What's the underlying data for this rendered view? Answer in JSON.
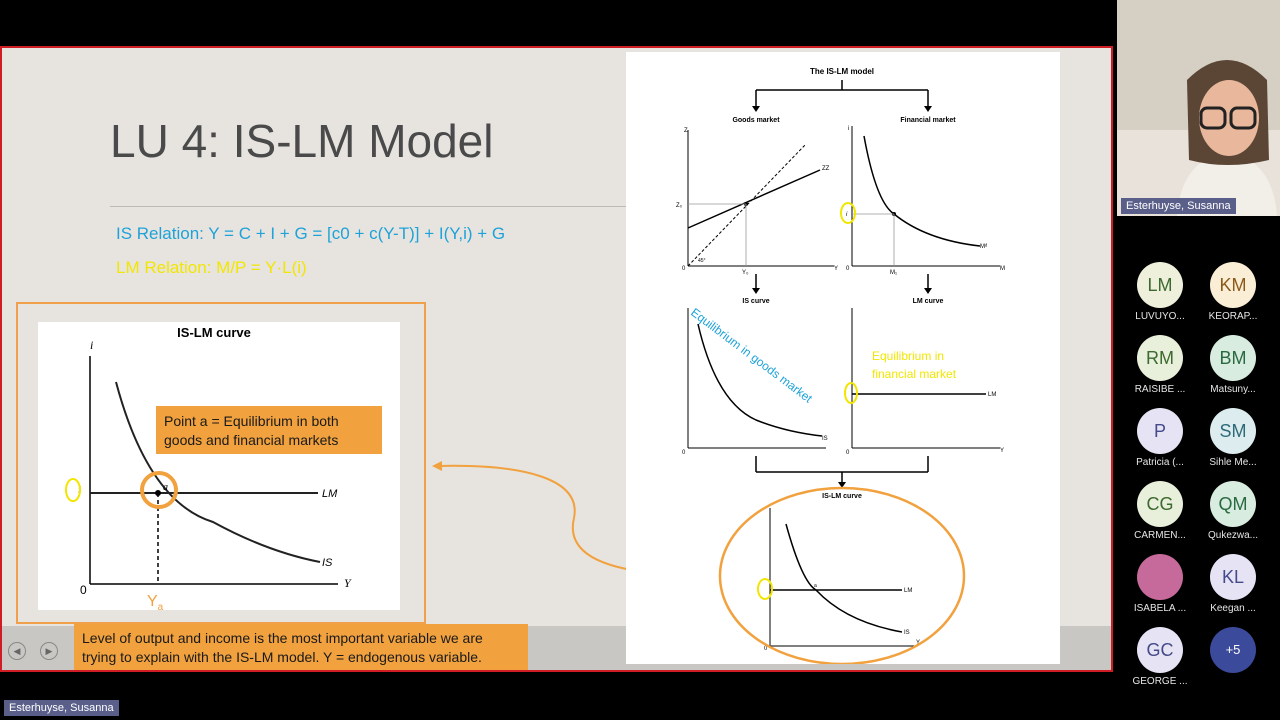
{
  "slide": {
    "title": "LU 4: IS-LM Model",
    "is_relation": "IS Relation: Y = C + I + G = [c0 + c(Y-T)] + I(Y,i) + G",
    "lm_relation": "LM Relation: M/P = Y·L(i)",
    "left_chart": {
      "title": "IS-LM curve",
      "y_axis": "i",
      "x_axis": "Y",
      "origin": "0",
      "lm_label": "LM",
      "is_label": "IS",
      "point": "a",
      "ya_label": "Y",
      "ya_sub": "a",
      "i_label": "i"
    },
    "callout_point_a": "Point a = Equilibrium in both goods and financial markets",
    "callout_output": "Level of output and income is the most important variable we are trying to explain with the IS-LM model. Y = endogenous variable.",
    "flow": {
      "title": "The IS-LM model",
      "goods_market": "Goods market",
      "financial_market": "Financial market",
      "is_curve": "IS curve",
      "lm_curve": "LM curve",
      "islm_curve": "IS-LM curve",
      "zz": "ZZ",
      "z_axis": "Z",
      "z0": "Z₀",
      "y0": "Y₀",
      "m_axis": "M",
      "md": "Mᵈ",
      "m1": "M₁",
      "angle": "45°",
      "i": "i",
      "y": "Y",
      "zero": "0",
      "is": "IS",
      "lm": "LM",
      "a": "a",
      "eq_goods": "Equilibrium in goods market",
      "eq_fin_1": "Equilibrium in",
      "eq_fin_2": "financial market"
    }
  },
  "presenter": {
    "name": "Esterhuyse, Susanna",
    "bottom_name": "Esterhuyse, Susanna"
  },
  "participants": [
    {
      "initials": "LM",
      "name": "LUVUYO...",
      "bg": "#eef0dc",
      "fg": "#3c6a2e"
    },
    {
      "initials": "KM",
      "name": "KEORAP...",
      "bg": "#fbeed6",
      "fg": "#8a5a1a"
    },
    {
      "initials": "RM",
      "name": "RAISIBE ...",
      "bg": "#e8f0dc",
      "fg": "#3c6a2e"
    },
    {
      "initials": "BM",
      "name": "Matsuny...",
      "bg": "#d8ede0",
      "fg": "#2a6a40"
    },
    {
      "initials": "P",
      "name": "Patricia (...",
      "bg": "#e6e4f4",
      "fg": "#444a8a"
    },
    {
      "initials": "SM",
      "name": "Sihle Me...",
      "bg": "#dcecef",
      "fg": "#2e6a78"
    },
    {
      "initials": "CG",
      "name": "CARMEN...",
      "bg": "#e8f0dc",
      "fg": "#3c6a2e"
    },
    {
      "initials": "QM",
      "name": "Qukezwa...",
      "bg": "#d8ede0",
      "fg": "#2a6a40"
    },
    {
      "initials": "",
      "name": "ISABELA ...",
      "bg": "#c56a9a",
      "fg": "#ffffff"
    },
    {
      "initials": "KL",
      "name": "Keegan ...",
      "bg": "#e6e4f4",
      "fg": "#444a8a"
    },
    {
      "initials": "GC",
      "name": "GEORGE ...",
      "bg": "#e6e4f4",
      "fg": "#444a8a"
    },
    {
      "initials": "+5",
      "name": "",
      "bg": "#3b4a9a",
      "fg": "#ffffff"
    }
  ],
  "colors": {
    "accent_orange": "#f1a13e",
    "slide_border": "#d01c25",
    "is_blue": "#1ea2d8",
    "lm_yellow": "#f2e600"
  }
}
